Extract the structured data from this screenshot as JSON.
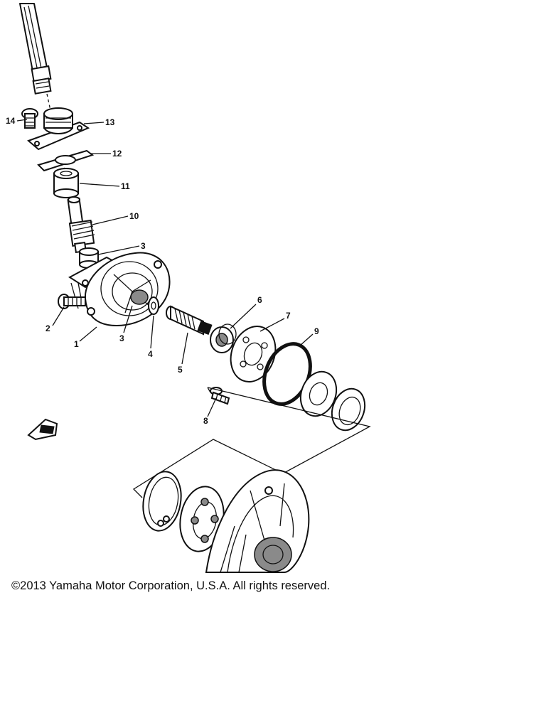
{
  "callouts": [
    {
      "id": "1",
      "text": "1"
    },
    {
      "id": "2",
      "text": "2"
    },
    {
      "id": "3a",
      "text": "3"
    },
    {
      "id": "3b",
      "text": "3"
    },
    {
      "id": "4",
      "text": "4"
    },
    {
      "id": "5",
      "text": "5"
    },
    {
      "id": "6",
      "text": "6"
    },
    {
      "id": "7",
      "text": "7"
    },
    {
      "id": "8",
      "text": "8"
    },
    {
      "id": "9",
      "text": "9"
    },
    {
      "id": "10",
      "text": "10"
    },
    {
      "id": "11",
      "text": "11"
    },
    {
      "id": "12",
      "text": "12"
    },
    {
      "id": "13",
      "text": "13"
    },
    {
      "id": "14",
      "text": "14"
    }
  ],
  "footer": {
    "copyright": "©2013 Yamaha Motor Corporation, U.S.A. All rights reserved."
  }
}
